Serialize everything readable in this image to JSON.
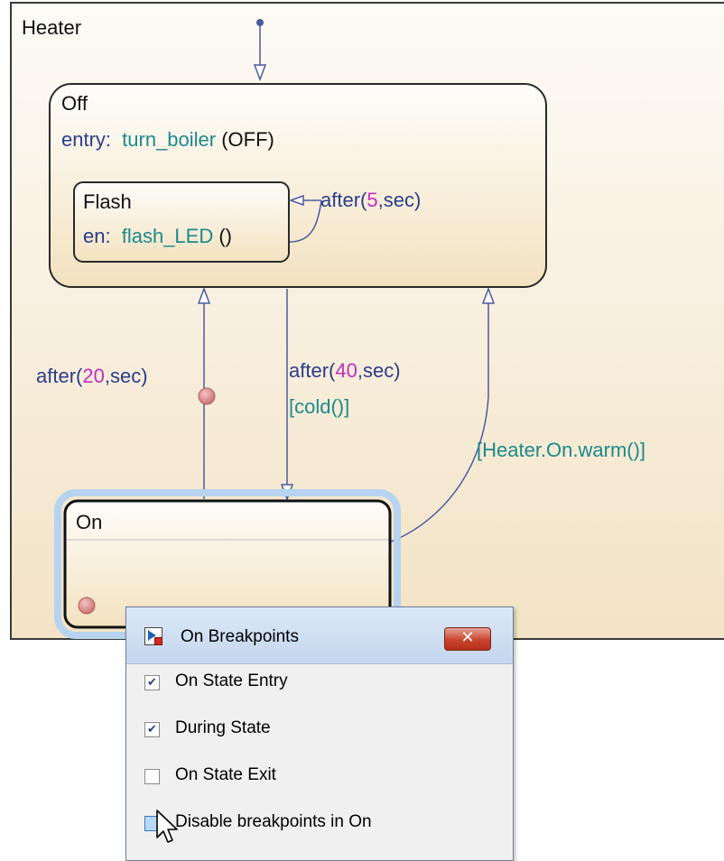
{
  "chart": {
    "title": "Heater",
    "off_state": {
      "name": "Off",
      "entry_label": "entry:",
      "entry_action": "turn_boiler",
      "entry_arg": "(OFF)"
    },
    "flash_state": {
      "name": "Flash",
      "en_label": "en:",
      "en_action": "flash_LED",
      "en_paren": "()"
    },
    "on_state": {
      "name": "On"
    },
    "transitions": {
      "flash_self": {
        "pre": "after(",
        "num": "5",
        "post": ",sec)"
      },
      "on_to_off": {
        "pre": "after(",
        "num": "20",
        "post": ",sec)"
      },
      "off_to_on": {
        "pre": "after(",
        "num": "40",
        "post": ",sec)",
        "condition": "[cold()]"
      },
      "on_warm": {
        "condition": "[Heater.On.warm()]"
      }
    }
  },
  "popup": {
    "title": "On Breakpoints",
    "close_label": "✕",
    "options": [
      {
        "label": "On State Entry",
        "checked": true
      },
      {
        "label": "During State",
        "checked": true
      },
      {
        "label": "On State Exit",
        "checked": false
      },
      {
        "label": "Disable breakpoints in On",
        "checked": false
      }
    ]
  },
  "colors": {
    "keyword": "#2a3c8c",
    "function": "#1b8a8a",
    "number": "#c22ebf",
    "transition": "#4a5aa0",
    "breakpoint": "#d98b8b"
  }
}
